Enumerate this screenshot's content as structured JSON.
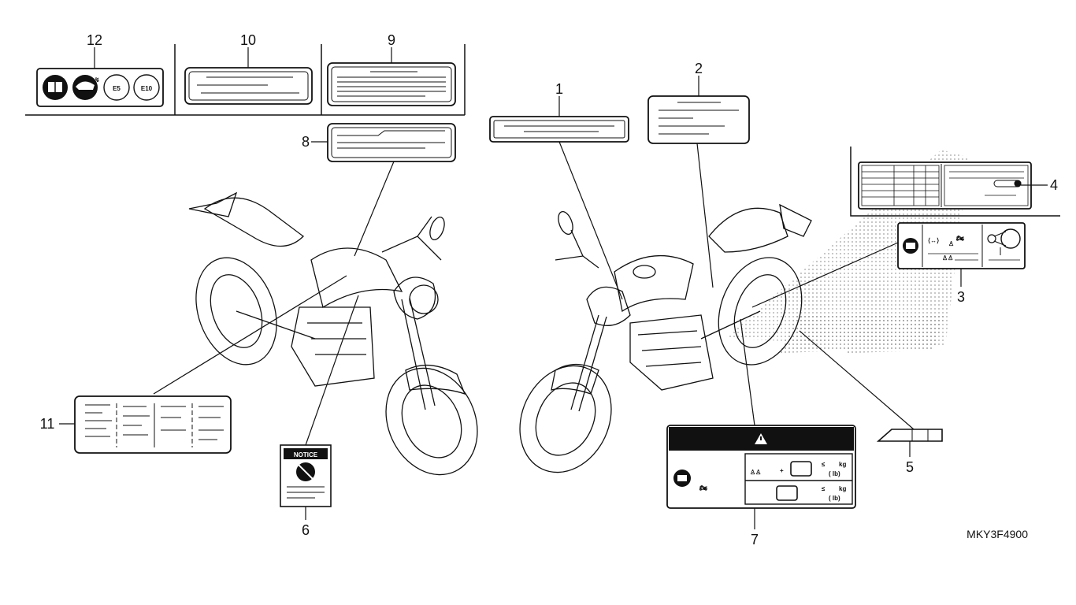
{
  "diagram": {
    "part_code": "MKY3F4900",
    "callouts": [
      "1",
      "2",
      "3",
      "4",
      "5",
      "6",
      "7",
      "8",
      "9",
      "10",
      "11",
      "12"
    ],
    "fuel_badges": [
      "E5",
      "E10"
    ],
    "notice_label": "NOTICE",
    "load_label": {
      "le": "≤",
      "unit_kg": "kg",
      "unit_lb": "(      lb)"
    }
  }
}
